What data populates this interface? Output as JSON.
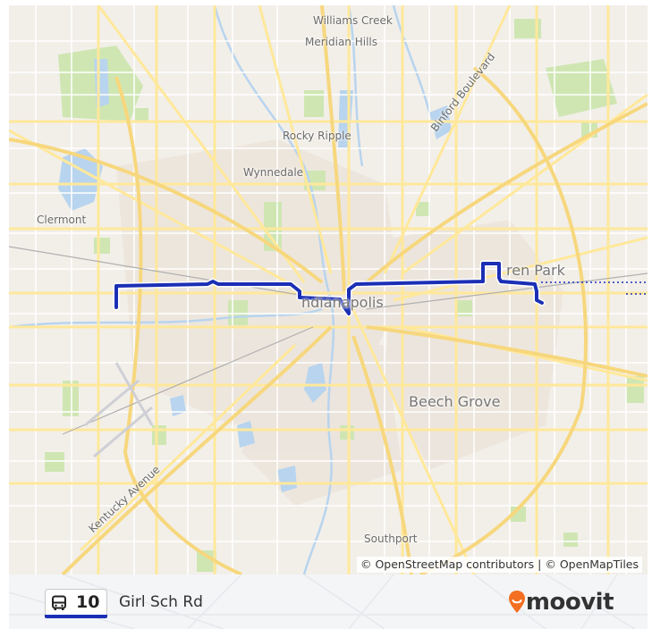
{
  "map": {
    "places": {
      "williams_creek": "Williams Creek",
      "meridian_hills": "Meridian Hills",
      "binford_boulevard": "Binford Boulevard",
      "rocky_ripple": "Rocky Ripple",
      "wynnedale": "Wynnedale",
      "clermont": "Clermont",
      "warren_park": "ren Park",
      "indianapolis": "ndianapolis",
      "beech_grove": "Beech Grove",
      "kentucky_avenue": "Kentucky Avenue",
      "southport": "Southport"
    },
    "attribution": "© OpenStreetMap contributors | © OpenMapTiles",
    "colors": {
      "route": "#1b2fb5",
      "background": "#f2efe9",
      "road": "#ffe89a",
      "park": "#cfe6b3",
      "water": "#b8d4ee"
    }
  },
  "route": {
    "icon": "bus-icon",
    "number": "10",
    "destination": "Girl Sch Rd"
  },
  "brand": {
    "icon": "moovit-pin-icon",
    "name": "moovit",
    "color": "#f36f21"
  }
}
